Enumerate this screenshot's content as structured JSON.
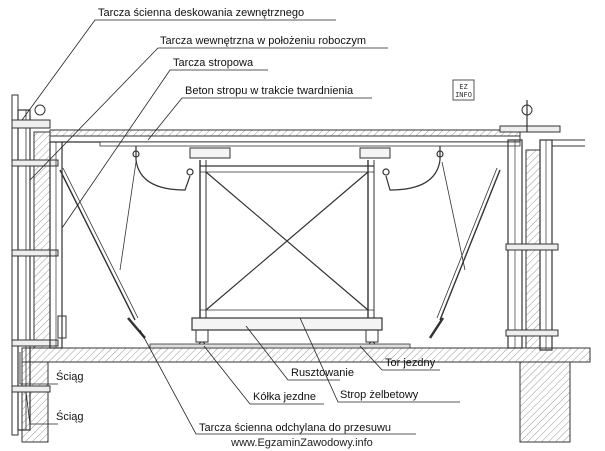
{
  "diagram": {
    "labels": {
      "outer_wall_panel": "Tarcza ścienna deskowania zewnętrznego",
      "inner_panel_working": "Tarcza wewnętrzna w położeniu roboczym",
      "ceiling_panel": "Tarcza stropowa",
      "concrete_curing": "Beton stropu w trakcie twardnienia",
      "tie_1": "Ściąg",
      "tie_2": "Ściąg",
      "scaffolding": "Rusztowanie",
      "track": "Tor jezdny",
      "wheels": "Kółka jezdne",
      "rc_slab": "Strop żelbetowy",
      "tilted_panel": "Tarcza ścienna odchylana do przesuwu"
    },
    "watermark": "www.EgzaminZawodowy.info",
    "logo_text": [
      "EZ",
      "INFO"
    ]
  },
  "colors": {
    "line": "#333333",
    "hatch": "#9a9a9a",
    "text": "#111111"
  }
}
